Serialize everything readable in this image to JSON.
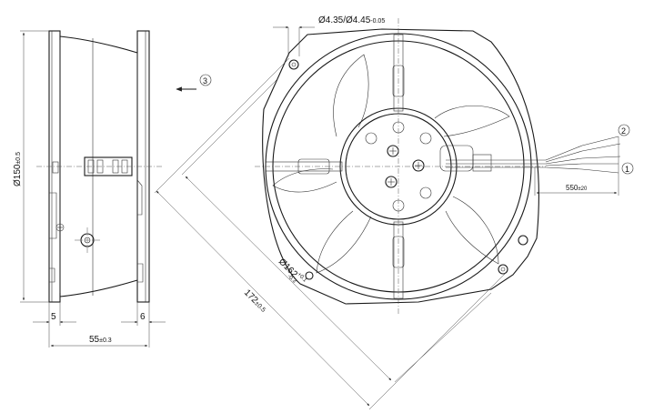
{
  "drawing": {
    "dims": {
      "hole_main": "Ø4.35/Ø4.45",
      "hole_tol": "-0.05",
      "height_main": "Ø150",
      "height_tol": "±0.5",
      "width_main": "55",
      "width_tol": "±0.3",
      "left_flange": "5",
      "right_flange": "6",
      "diag_outer_main": "172",
      "diag_outer_tol": "±0.5",
      "diag_inner_main": "Ø162",
      "diag_inner_tol_up": "+0.1",
      "diag_inner_tol_low": "-0.3",
      "lead_main": "550",
      "lead_tol": "±20"
    },
    "callouts": {
      "c1": "1",
      "c2": "2",
      "c3": "3"
    }
  }
}
